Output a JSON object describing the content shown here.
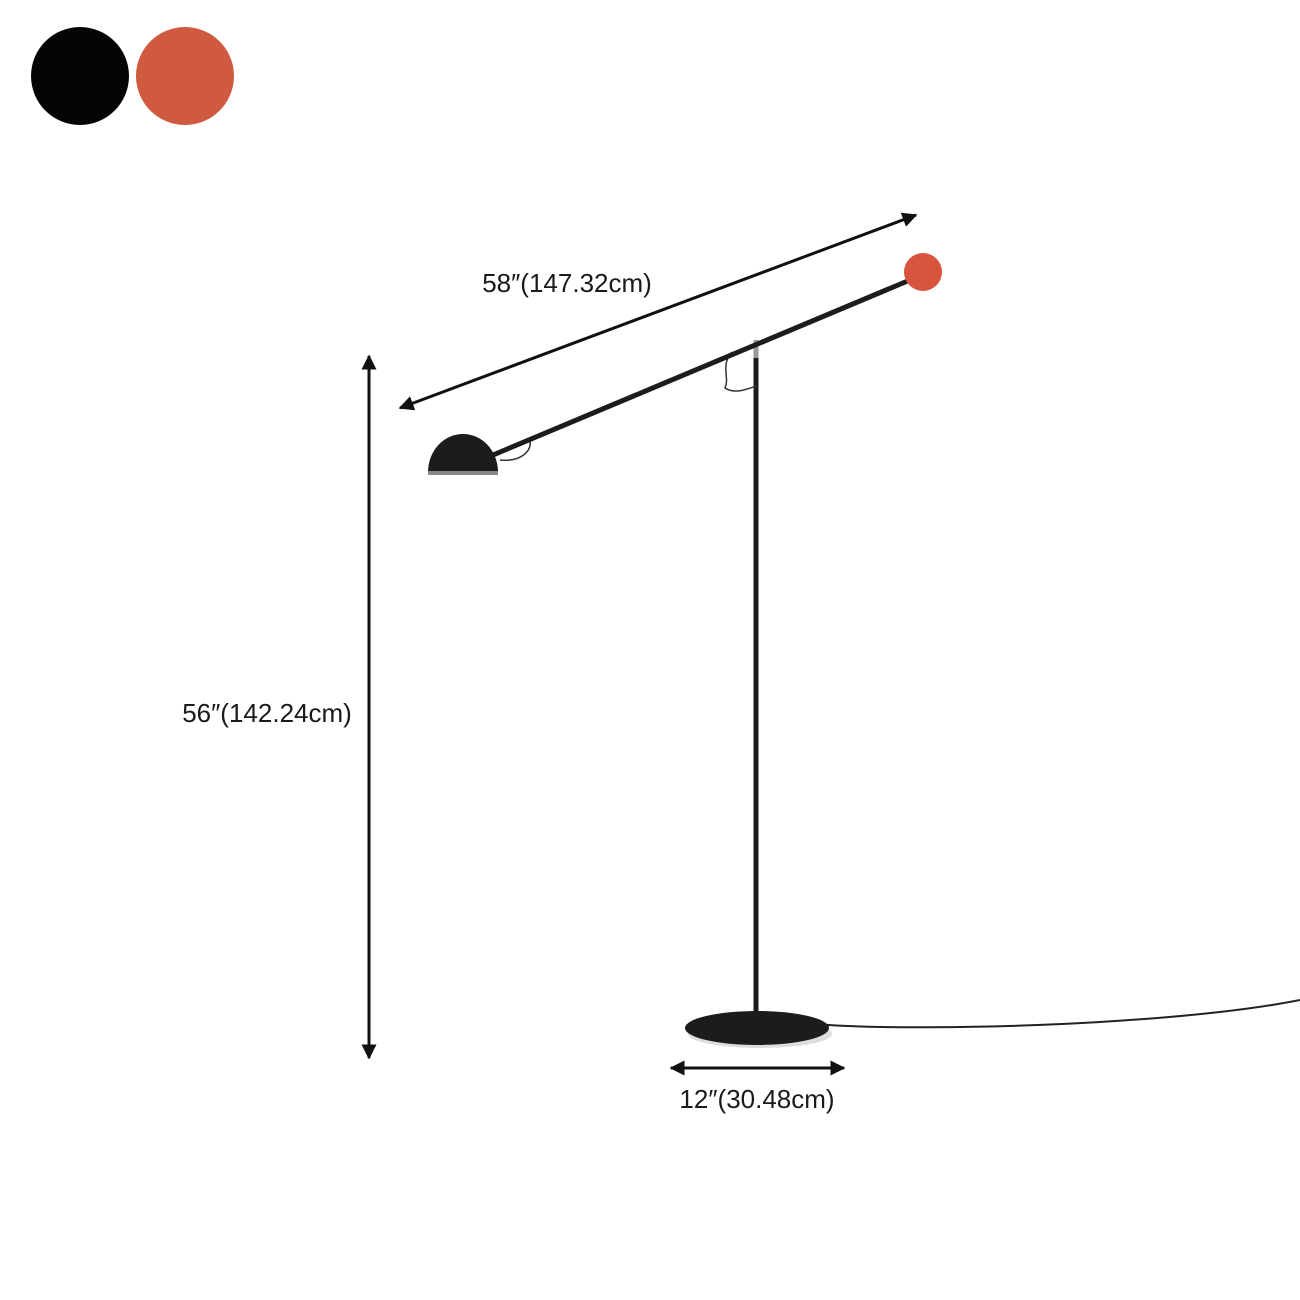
{
  "color_options": [
    {
      "name": "black",
      "color": "#050505"
    },
    {
      "name": "orange",
      "color": "#cf5a3f"
    }
  ],
  "dimensions": {
    "length_label": "58″(147.32cm)",
    "height_label": "56″(142.24cm)",
    "base_label": "12″(30.48cm)"
  },
  "lamp": {
    "body_color": "#1c1c1c",
    "counterweight_color": "#d6553c"
  }
}
